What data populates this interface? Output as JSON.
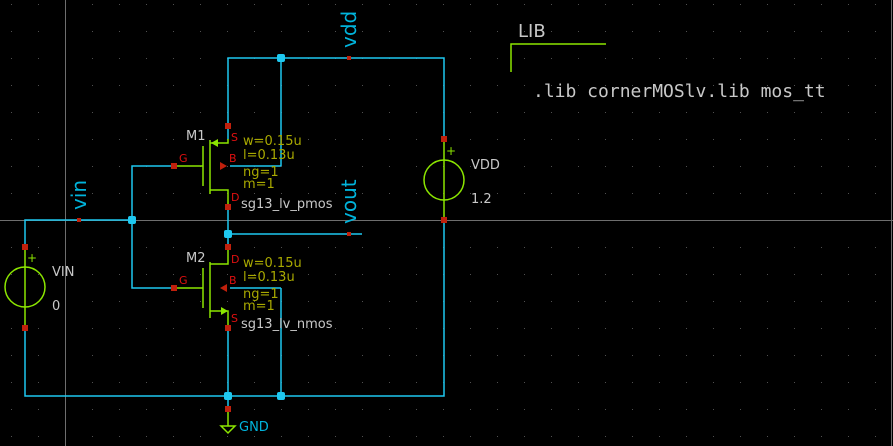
{
  "schematic": {
    "colors": {
      "background": "#000000",
      "wire": "#1ec8f0",
      "symbol": "#8ce600",
      "pin": "#c0200c",
      "pin_label": "#e01010",
      "param_text": "#a8a800",
      "label_text": "#c8c8c8",
      "net_label": "#00b4dc",
      "axis": "#6e6e6e"
    },
    "net_labels": {
      "vdd": "vdd",
      "vin": "vin",
      "vout": "vout",
      "gnd": "GND"
    },
    "lib_block": {
      "title": "LIB",
      "statement": ".lib cornerMOSlv.lib mos_tt"
    },
    "transistors": [
      {
        "name": "M1",
        "params": [
          "w=0.15u",
          "l=0.13u",
          "ng=1",
          "m=1"
        ],
        "model": "sg13_lv_pmos",
        "pins": {
          "gate": "G",
          "bulk": "B",
          "source": "S",
          "drain": "D"
        }
      },
      {
        "name": "M2",
        "params": [
          "w=0.15u",
          "l=0.13u",
          "ng=1",
          "m=1"
        ],
        "model": "sg13_lv_nmos",
        "pins": {
          "gate": "G",
          "bulk": "B",
          "source": "S",
          "drain": "D"
        }
      }
    ],
    "sources": [
      {
        "name": "VDD",
        "value": "1.2",
        "polarity": "+"
      },
      {
        "name": "VIN",
        "value": "0",
        "polarity": "+"
      }
    ]
  }
}
